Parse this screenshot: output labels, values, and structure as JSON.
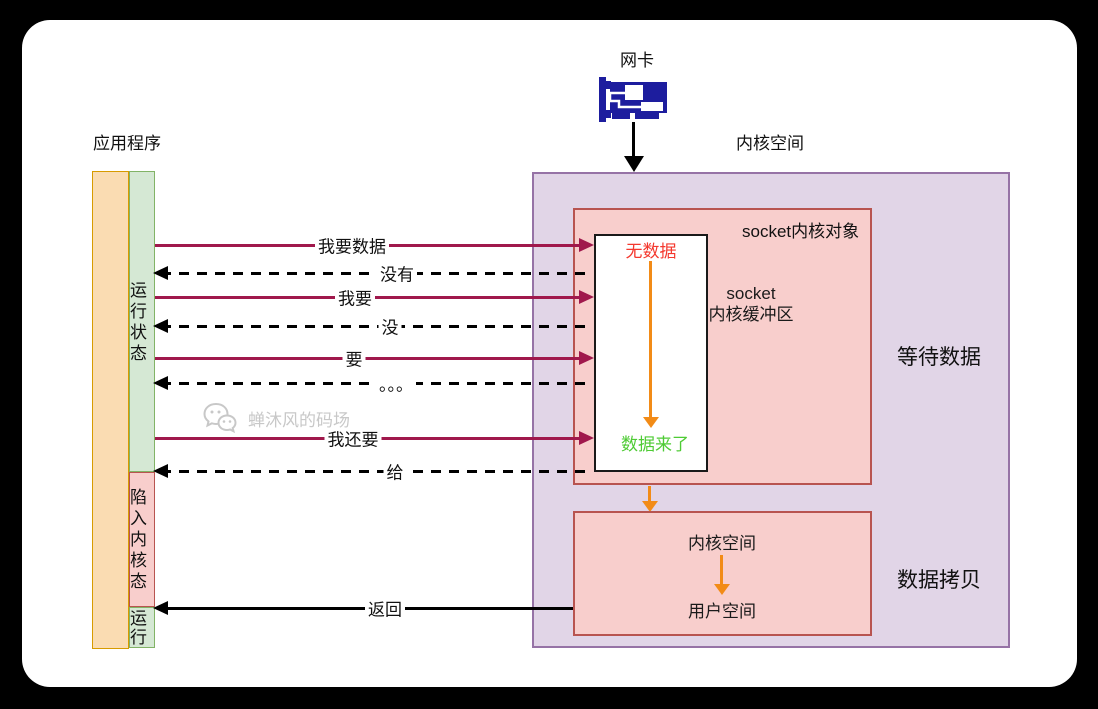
{
  "title_area": {
    "nic_label": "网卡",
    "app_header": "应用程序",
    "kernel_header": "内核空间"
  },
  "app_bar": {
    "state_running": "运行状态",
    "state_trapped": "陷入内核态",
    "state_running_again": "运行"
  },
  "arrows": [
    {
      "label": "我要数据",
      "type": "request"
    },
    {
      "label": "没有",
      "type": "response"
    },
    {
      "label": "我要",
      "type": "request"
    },
    {
      "label": "没",
      "type": "response"
    },
    {
      "label": "要",
      "type": "request"
    },
    {
      "label": "。。。",
      "type": "response"
    },
    {
      "label": "我还要",
      "type": "request"
    },
    {
      "label": "给",
      "type": "response"
    },
    {
      "label": "返回",
      "type": "return"
    }
  ],
  "kernel": {
    "socket_object_title": "socket内核对象",
    "buffer_title_line1": "socket",
    "buffer_title_line2": "内核缓冲区",
    "buffer_state_empty": "无数据",
    "buffer_state_arrived": "数据来了",
    "stage_waiting": "等待数据",
    "stage_copy": "数据拷贝",
    "copy_from": "内核空间",
    "copy_to": "用户空间"
  },
  "watermark": {
    "text": "蝉沐风的码场"
  },
  "colors": {
    "orange_bar_fill": "#FADCB2",
    "orange_bar_border": "#D79B00",
    "green_fill": "#D5E8D4",
    "green_border": "#82B366",
    "pink_fill": "#F8CECC",
    "pink_border": "#B85450",
    "purple_fill": "#E1D5E7",
    "purple_border": "#9673A6",
    "request_arrow": "#A0184C",
    "orange_arrow": "#F28B17",
    "empty_text": "#F4382E",
    "arrived_text": "#4ECB34",
    "nic_blue": "#1D1D9E"
  }
}
